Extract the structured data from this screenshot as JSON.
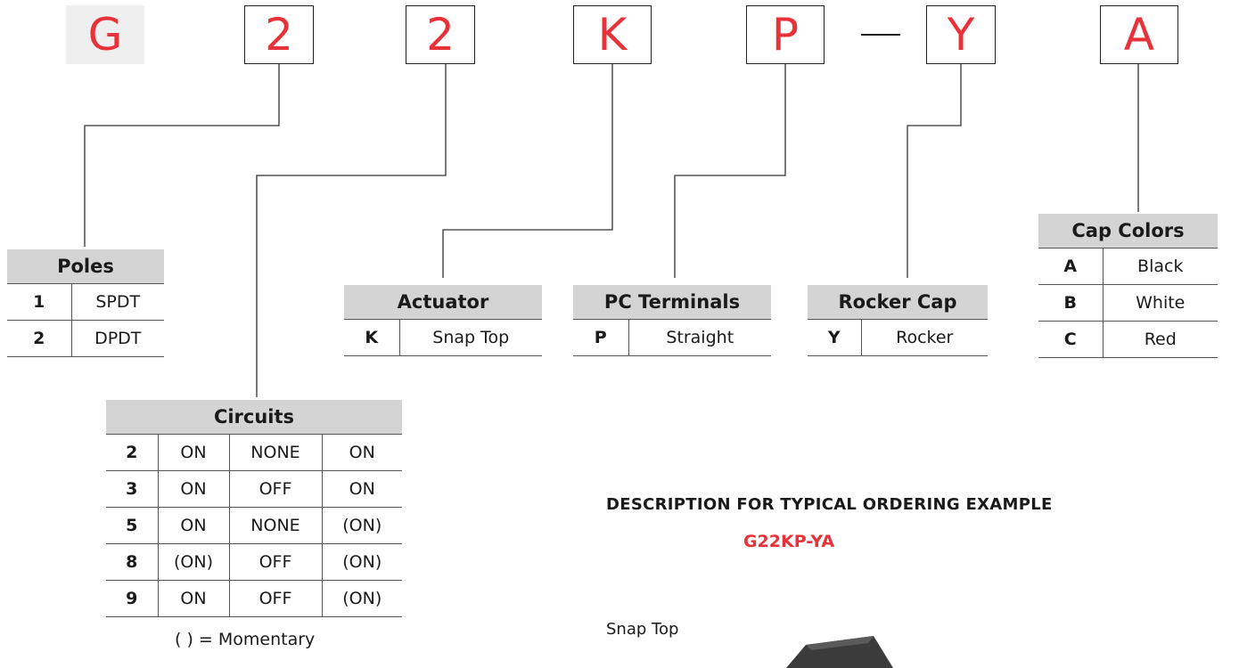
{
  "code_letters": [
    {
      "char": "G",
      "framed": false
    },
    {
      "char": "2",
      "framed": true
    },
    {
      "char": "2",
      "framed": true
    },
    {
      "char": "K",
      "framed": true
    },
    {
      "char": "P",
      "framed": true
    },
    {
      "char": "Y",
      "framed": true
    },
    {
      "char": "A",
      "framed": true
    }
  ],
  "code_separator": "—",
  "poles": {
    "title": "Poles",
    "rows": [
      [
        "1",
        "SPDT"
      ],
      [
        "2",
        "DPDT"
      ]
    ]
  },
  "circuits": {
    "title": "Circuits",
    "rows": [
      [
        "2",
        "ON",
        "NONE",
        "ON"
      ],
      [
        "3",
        "ON",
        "OFF",
        "ON"
      ],
      [
        "5",
        "ON",
        "NONE",
        "(ON)"
      ],
      [
        "8",
        "(ON)",
        "OFF",
        "(ON)"
      ],
      [
        "9",
        "ON",
        "OFF",
        "(ON)"
      ]
    ],
    "note": "(   ) = Momentary"
  },
  "actuator": {
    "title": "Actuator",
    "rows": [
      [
        "K",
        "Snap Top"
      ]
    ]
  },
  "pc_terminals": {
    "title": "PC Terminals",
    "rows": [
      [
        "P",
        "Straight"
      ]
    ]
  },
  "rocker_cap": {
    "title": "Rocker Cap",
    "rows": [
      [
        "Y",
        "Rocker"
      ]
    ]
  },
  "cap_colors": {
    "title": "Cap Colors",
    "rows": [
      [
        "A",
        "Black"
      ],
      [
        "B",
        "White"
      ],
      [
        "C",
        "Red"
      ]
    ]
  },
  "description": {
    "heading": "DESCRIPTION FOR TYPICAL ORDERING EXAMPLE",
    "example_code": "G22KP-YA",
    "photo_label": "Snap Top"
  },
  "colors": {
    "accent": "#e8323a",
    "header_fill": "#d4d4d4",
    "line": "#333333"
  }
}
